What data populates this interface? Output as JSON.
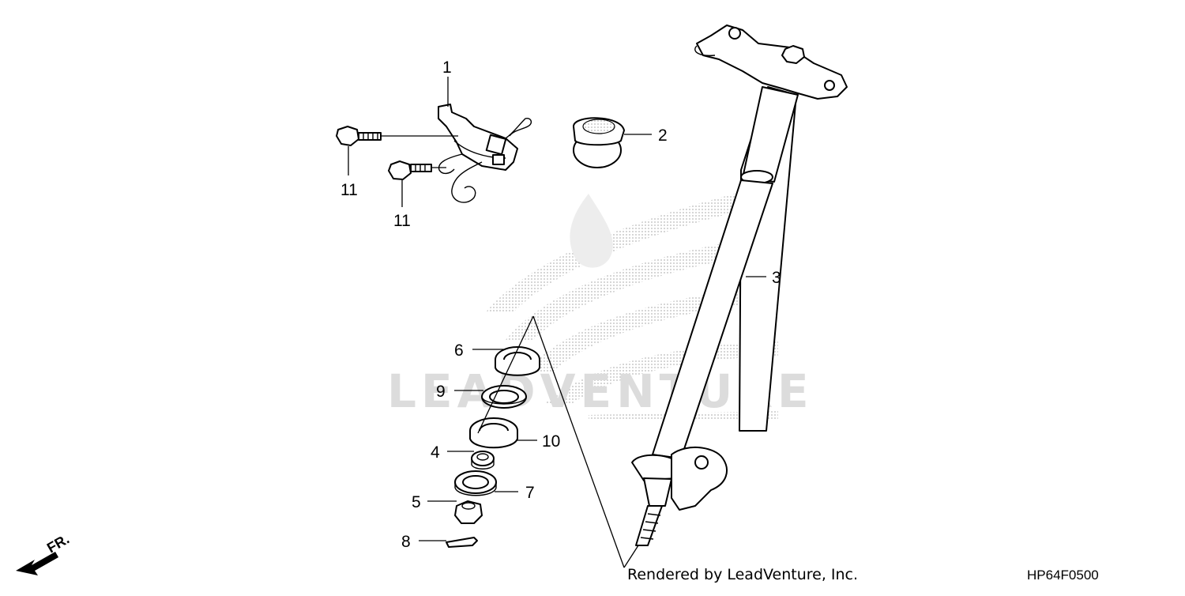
{
  "callouts": [
    {
      "id": "1",
      "label": "1"
    },
    {
      "id": "2",
      "label": "2"
    },
    {
      "id": "3",
      "label": "3"
    },
    {
      "id": "4",
      "label": "4"
    },
    {
      "id": "5",
      "label": "5"
    },
    {
      "id": "6",
      "label": "6"
    },
    {
      "id": "7",
      "label": "7"
    },
    {
      "id": "8",
      "label": "8"
    },
    {
      "id": "9",
      "label": "9"
    },
    {
      "id": "10",
      "label": "10"
    },
    {
      "id": "11a",
      "label": "11"
    },
    {
      "id": "11b",
      "label": "11"
    }
  ],
  "front_label": "FR.",
  "watermark": "LEADVENTURE",
  "credit": "Rendered by LeadVenture, Inc.",
  "diagram_code": "HP64F0500",
  "colors": {
    "line": "#000000",
    "watermark": "#d0d0d0",
    "background": "#ffffff"
  }
}
